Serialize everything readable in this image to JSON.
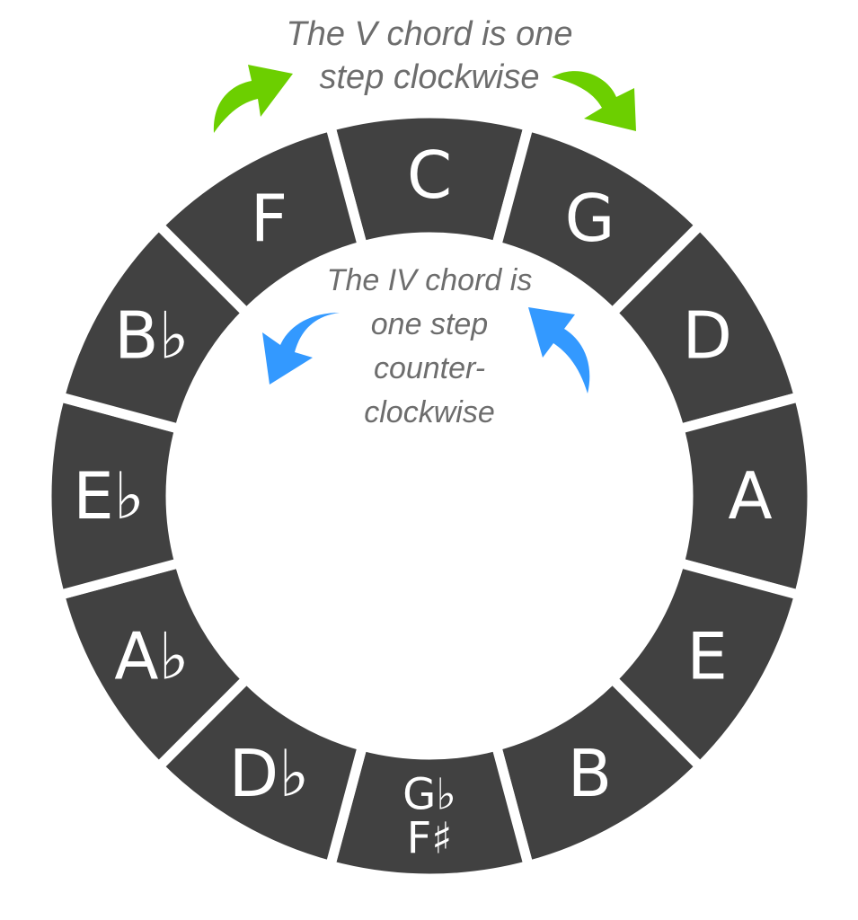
{
  "diagram": {
    "title_lines": [
      "The V chord is one",
      "step clockwise"
    ],
    "inner_lines": [
      "The IV chord is",
      "one step",
      "counter-",
      "clockwise"
    ],
    "segments": [
      {
        "lines": [
          "C"
        ]
      },
      {
        "lines": [
          "G"
        ]
      },
      {
        "lines": [
          "D"
        ]
      },
      {
        "lines": [
          "A"
        ]
      },
      {
        "lines": [
          "E"
        ]
      },
      {
        "lines": [
          "B"
        ]
      },
      {
        "lines": [
          "G♭",
          "F♯"
        ]
      },
      {
        "lines": [
          "D♭"
        ]
      },
      {
        "lines": [
          "A♭"
        ]
      },
      {
        "lines": [
          "E♭"
        ]
      },
      {
        "lines": [
          "B♭"
        ]
      },
      {
        "lines": [
          "F"
        ]
      }
    ],
    "colors": {
      "segment": "#414141",
      "separator": "#ffffff",
      "note_text": "#ffffff",
      "caption_text": "#6d6d6d",
      "clockwise_arrow": "#6ccf00",
      "counter_arrow": "#3399ff"
    }
  }
}
